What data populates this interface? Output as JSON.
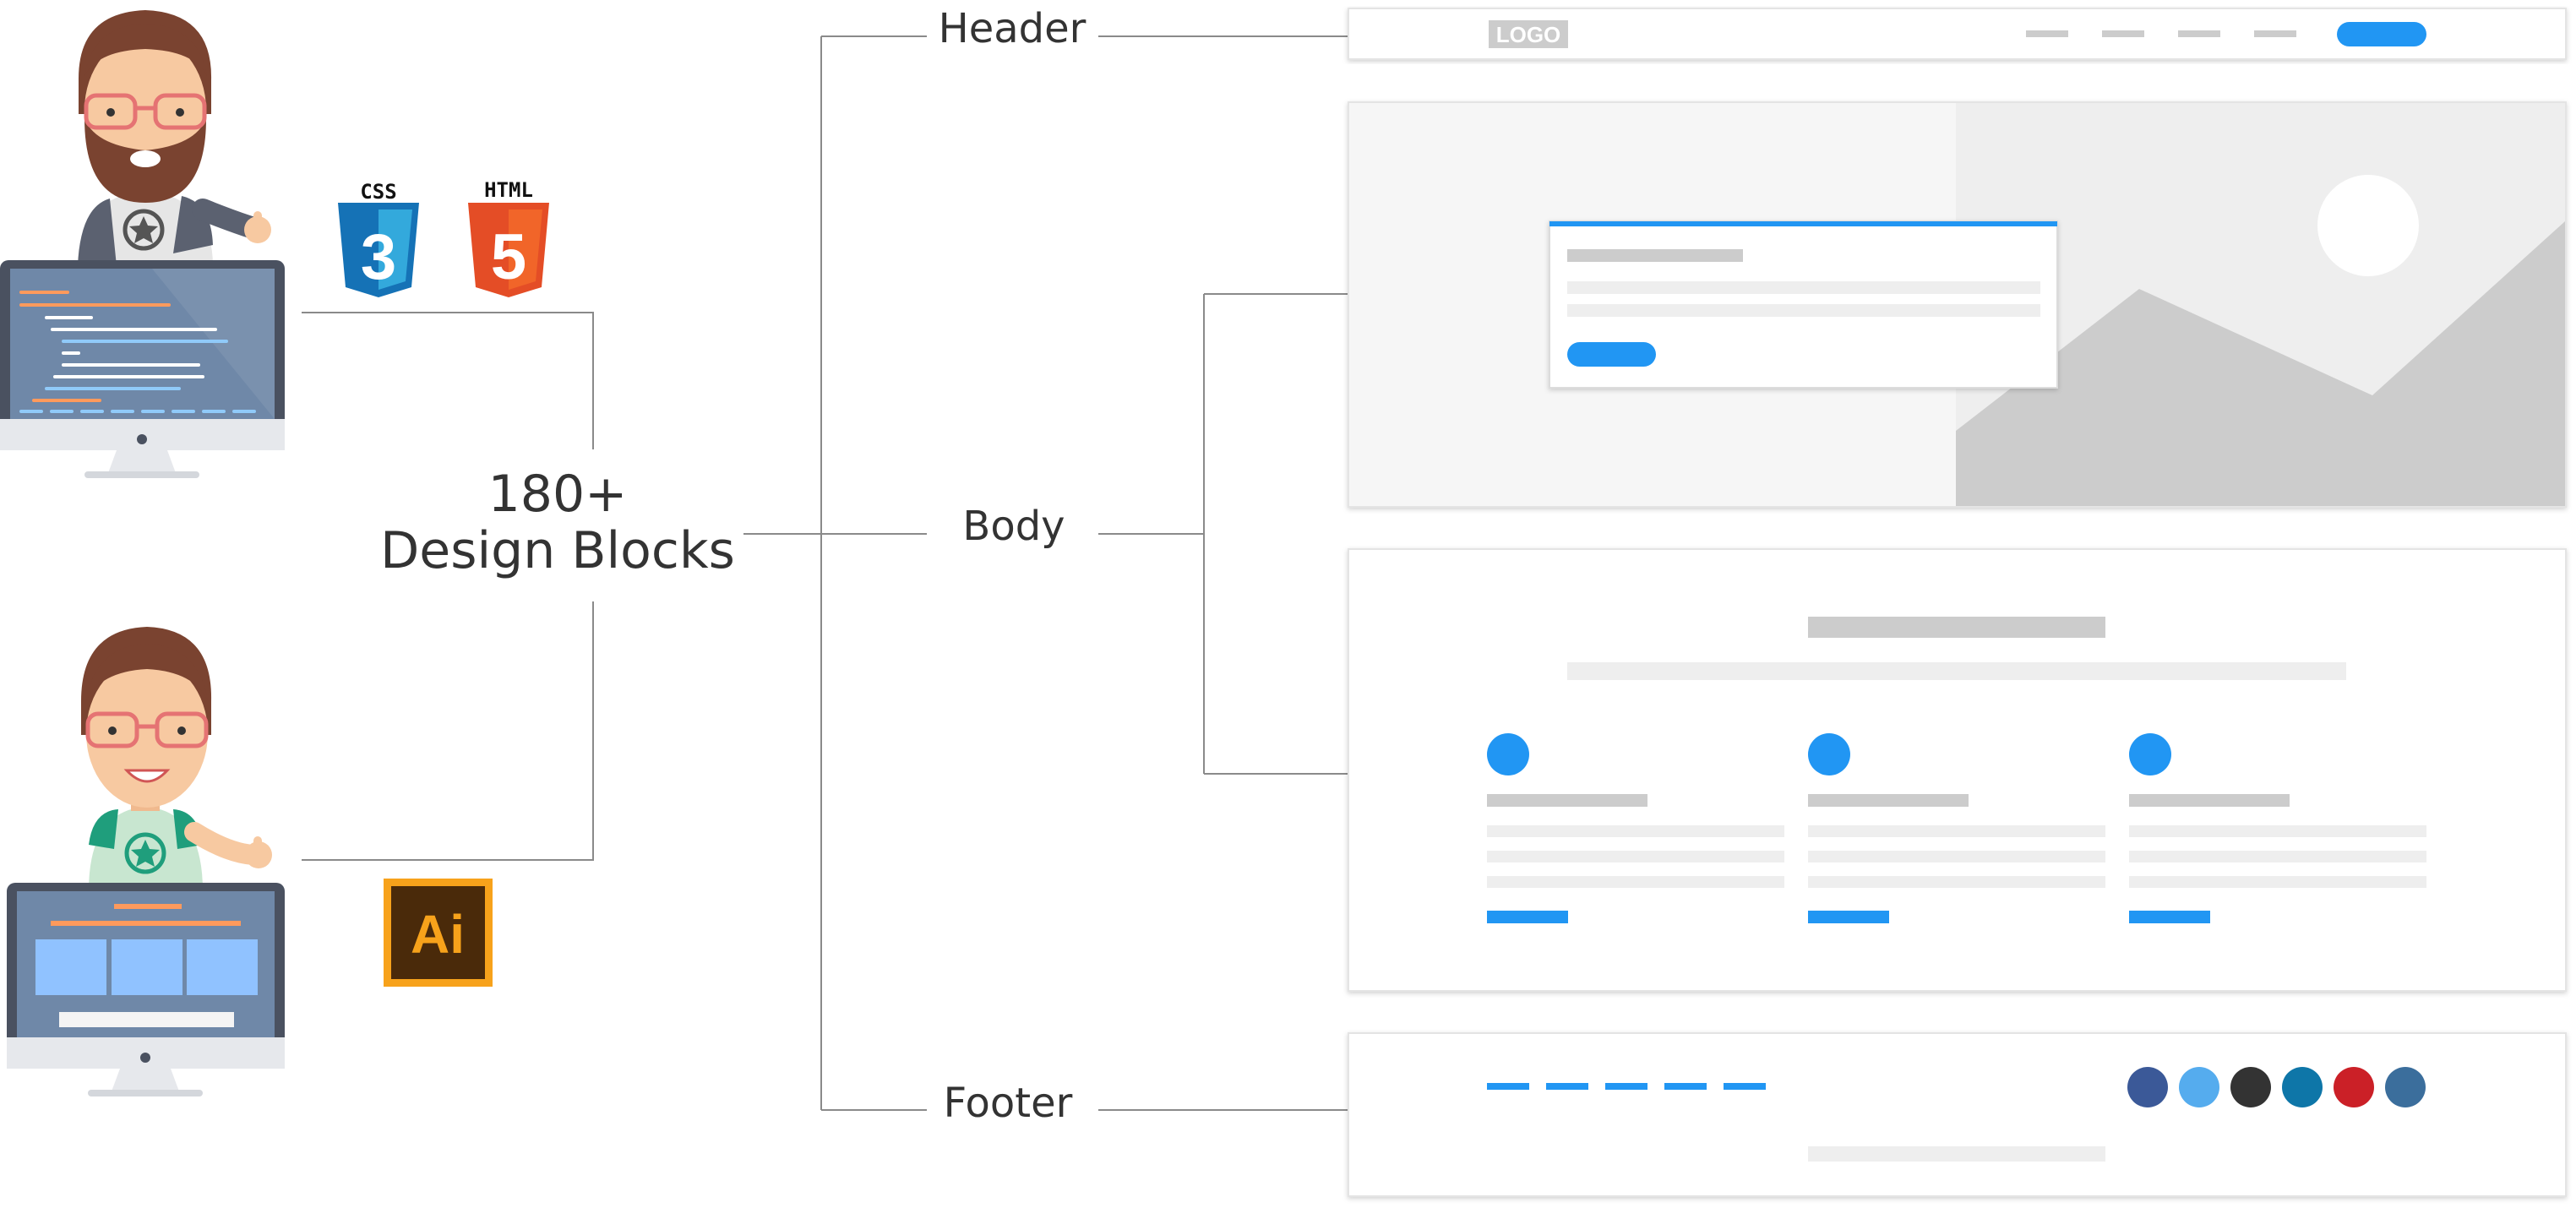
{
  "center_label": {
    "line1": "180+",
    "line2": "Design Blocks"
  },
  "sections": {
    "header": "Header",
    "body": "Body",
    "footer": "Footer"
  },
  "badges": {
    "css": "CSS",
    "css_digit": "3",
    "html": "HTML",
    "html_digit": "5",
    "ai": "Ai"
  },
  "wireframe": {
    "logo": "LOGO",
    "header_nav_count": 4,
    "footer_link_count": 5,
    "feature_count": 3
  },
  "colors": {
    "accent": "#2196F3",
    "line": "#8a8a8a",
    "placeholder_dark": "#cccccc",
    "placeholder_light": "#eeeeee",
    "css_blue": "#1572B6",
    "html_orange": "#E44D26",
    "ai_orange": "#F7A21B",
    "ai_bg": "#4A2A0A",
    "monitor_frame": "#4a5160",
    "monitor_screen": "#6f88a8",
    "social": [
      "#3b5998",
      "#55acee",
      "#333333",
      "#0e76a8",
      "#cb2027",
      "#3b6e9c"
    ]
  },
  "icons": [
    "developer-avatar",
    "designer-avatar",
    "monitor-icon",
    "css3-icon",
    "html5-icon",
    "illustrator-icon",
    "image-placeholder-icon",
    "social-icons"
  ]
}
